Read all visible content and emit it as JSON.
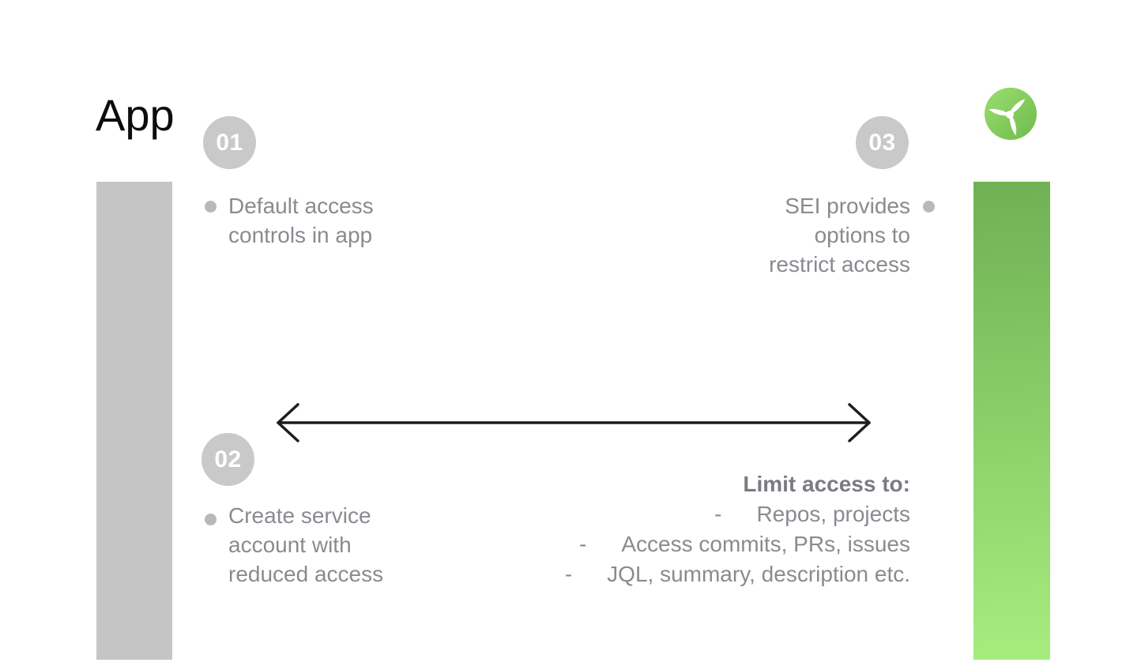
{
  "title": "App",
  "logo": {
    "icon": "propeller-icon",
    "gradient_top": "#9ade71",
    "gradient_bottom": "#70ba4b"
  },
  "colors": {
    "left_bar": "#c5c5c6",
    "right_bar_gradient_top": "#6fb054",
    "right_bar_gradient_bottom": "#a6ed7e",
    "badge_background": "#c9c9ca",
    "badge_number": "#ffffff",
    "body_text": "#888b90",
    "bullet": "#b6b9bc",
    "arrow": "#1d1d1f"
  },
  "steps": {
    "step1": {
      "number": "01",
      "lines": [
        "Default access",
        "controls in app"
      ]
    },
    "step2": {
      "number": "02",
      "lines": [
        "Create service",
        "account with",
        "reduced access"
      ]
    },
    "step3": {
      "number": "03",
      "lines": [
        "SEI provides",
        "options to",
        "restrict access"
      ]
    }
  },
  "limit": {
    "title": "Limit access to:",
    "dash": "-",
    "items": [
      "Repos, projects",
      "Access commits, PRs, issues",
      "JQL, summary, description etc."
    ]
  }
}
